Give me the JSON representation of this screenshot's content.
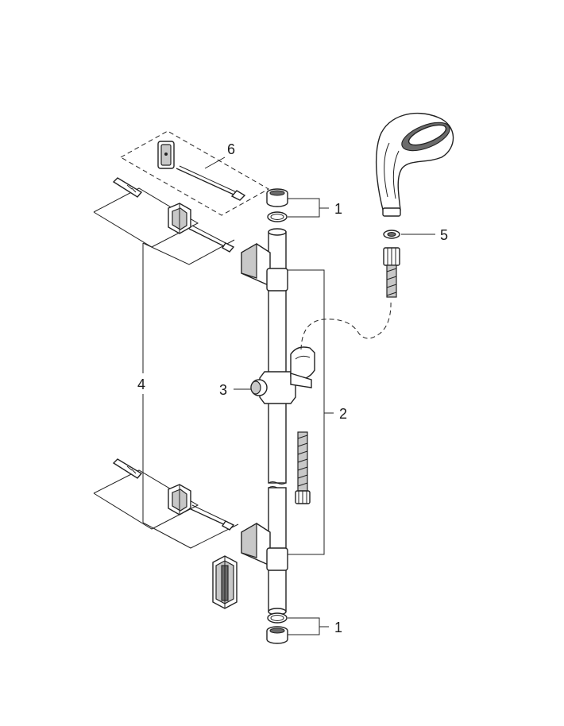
{
  "callouts": {
    "end_cap_top": "1",
    "end_cap_bottom": "1",
    "rail": "2",
    "slider": "3",
    "wall_bracket_kit": "4",
    "washer": "5",
    "cover_kit": "6"
  }
}
